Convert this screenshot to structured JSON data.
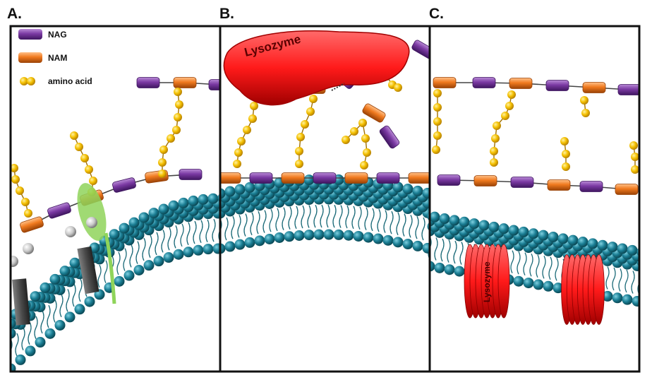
{
  "panels": [
    {
      "letter": "A."
    },
    {
      "letter": "B."
    },
    {
      "letter": "C."
    }
  ],
  "legend": [
    {
      "label": "NAG",
      "color": "#7b3aa3",
      "shape": "capsule"
    },
    {
      "label": "NAM",
      "color": "#f07a1f",
      "shape": "capsule"
    },
    {
      "label": "amino acid",
      "color": "#f4b800",
      "shape": "bead"
    }
  ],
  "enzyme": {
    "name": "Lysozyme",
    "color": "#ff1a1a"
  },
  "colors": {
    "membrane_head": "#1b7f95",
    "peptide": "#f4b800",
    "nag": "#7b3aa3",
    "nam": "#f07a1f",
    "panel_border": "#111111"
  }
}
